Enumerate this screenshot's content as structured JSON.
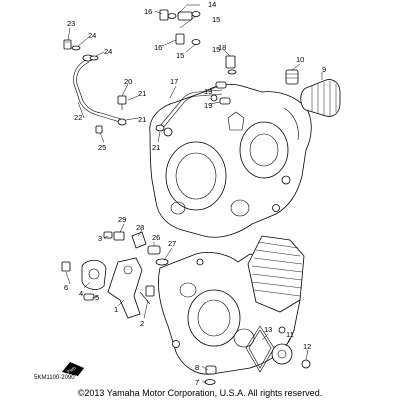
{
  "diagram": {
    "doc_code": "5KM1100-2090",
    "copyright": "©2013 Yamaha Motor Corporation, U.S.A. All rights reserved.",
    "fwd_label": "FWD",
    "callouts": {
      "c1": "1",
      "c2": "2",
      "c3": "3",
      "c4": "4",
      "c5": "5",
      "c6": "6",
      "c7": "7",
      "c8": "8",
      "c9": "9",
      "c10": "10",
      "c11": "11",
      "c12": "12",
      "c13": "13",
      "c14": "14",
      "c15a": "15",
      "c15b": "15",
      "c15c": "15",
      "c16a": "16",
      "c16b": "16",
      "c17": "17",
      "c18": "18",
      "c19a": "19",
      "c19b": "19",
      "c20": "20",
      "c21a": "21",
      "c21b": "21",
      "c21c": "21",
      "c22": "22",
      "c23": "23",
      "c24a": "24",
      "c24b": "24",
      "c25": "25",
      "c26": "26",
      "c27": "27",
      "c28": "28",
      "c29": "29"
    }
  }
}
